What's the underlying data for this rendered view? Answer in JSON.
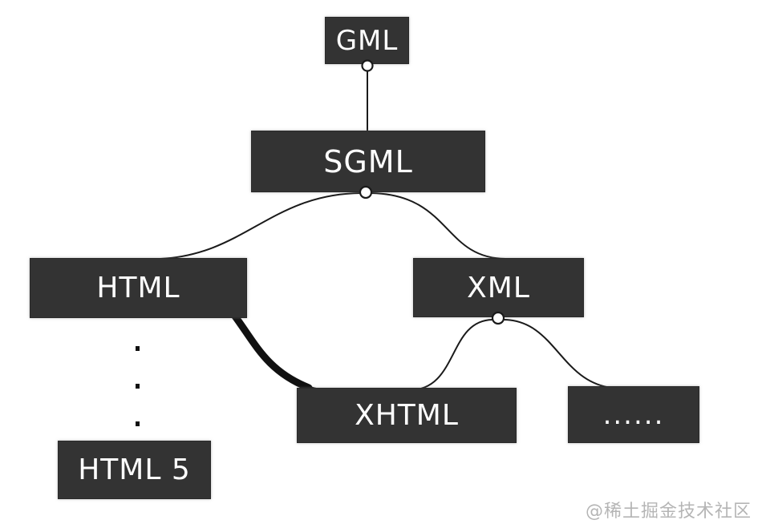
{
  "diagram": {
    "description": "Markup language family tree",
    "nodes": {
      "gml": {
        "label": "GML"
      },
      "sgml": {
        "label": "SGML"
      },
      "html": {
        "label": "HTML"
      },
      "xml": {
        "label": "XML"
      },
      "xhtml": {
        "label": "XHTML"
      },
      "others": {
        "label": "......"
      },
      "html5": {
        "label": "HTML 5"
      }
    },
    "edges": [
      {
        "from": "GML",
        "to": "SGML",
        "style": "solid-line"
      },
      {
        "from": "SGML",
        "to": "HTML",
        "style": "curve"
      },
      {
        "from": "SGML",
        "to": "XML",
        "style": "curve"
      },
      {
        "from": "HTML",
        "to": "XHTML",
        "style": "thick-curve"
      },
      {
        "from": "XML",
        "to": "XHTML",
        "style": "curve"
      },
      {
        "from": "XML",
        "to": "......",
        "style": "curve"
      },
      {
        "from": "HTML",
        "to": "HTML 5",
        "style": "dotted"
      }
    ],
    "colors": {
      "background": "#ffffff",
      "node_bg": "#333333",
      "node_text": "#ffffff",
      "edge": "#1a1a1a",
      "junction_fill": "#ffffff",
      "watermark": "#b5b5b5"
    },
    "watermark": "@稀土掘金技术社区"
  }
}
